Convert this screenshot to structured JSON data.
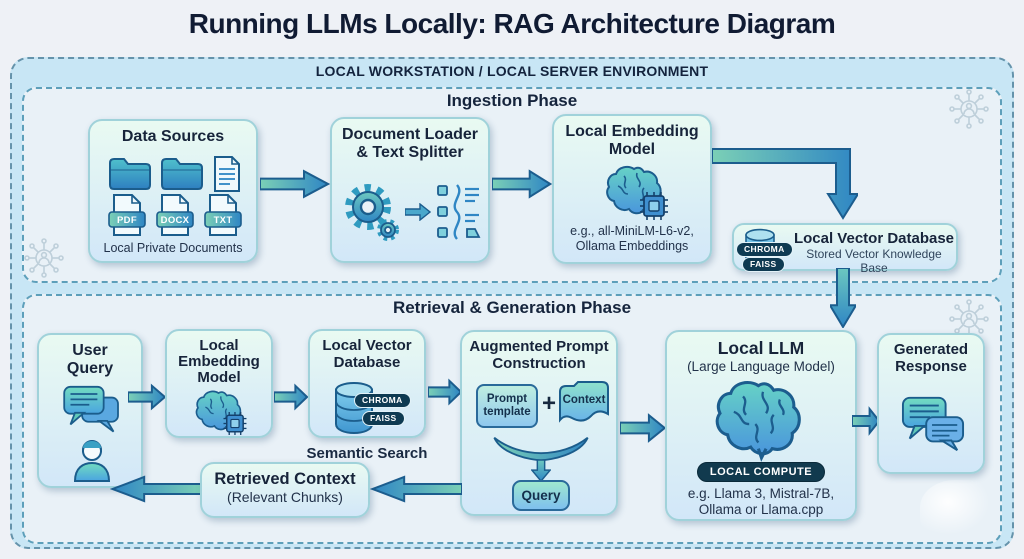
{
  "title": "Running LLMs Locally: RAG Architecture Diagram",
  "environment_label": "LOCAL WORKSTATION / LOCAL SERVER ENVIRONMENT",
  "colors": {
    "arrow_teal": "#7BD0B6",
    "arrow_blue": "#2F86C4",
    "outline": "#1C5D8E",
    "badge_bg": "#0E3A52",
    "container_fill": "#C8E6F5",
    "phase_fill": "#E9F1F7"
  },
  "ingestion": {
    "heading": "Ingestion Phase",
    "data_sources": {
      "title": "Data Sources",
      "files": [
        "PDF",
        "DOCX",
        "TXT"
      ],
      "caption": "Local Private Documents"
    },
    "doc_loader": {
      "title_line1": "Document Loader",
      "title_line2": "& Text Splitter"
    },
    "embedding_model": {
      "title_line1": "Local Embedding",
      "title_line2": "Model",
      "caption_line1": "e.g., all-MiniLM-L6-v2,",
      "caption_line2": "Ollama Embeddings"
    },
    "vector_db": {
      "title": "Local Vector Database",
      "subtitle": "Stored Vector Knowledge Base",
      "badges": [
        "CHROMA",
        "FAISS"
      ]
    }
  },
  "retrieval": {
    "heading": "Retrieval & Generation Phase",
    "user_query": {
      "title_line1": "User",
      "title_line2": "Query"
    },
    "embedding_model": {
      "title_line1": "Local",
      "title_line2": "Embedding",
      "title_line3": "Model"
    },
    "vector_db": {
      "title_line1": "Local Vector",
      "title_line2": "Database",
      "badges": [
        "CHROMA",
        "FAISS"
      ],
      "caption": "Semantic Search"
    },
    "augmented_prompt": {
      "title_line1": "Augmented Prompt",
      "title_line2": "Construction",
      "prompt_template_line1": "Prompt",
      "prompt_template_line2": "template",
      "plus": "+",
      "context": "Context",
      "query": "Query"
    },
    "local_llm": {
      "title": "Local LLM",
      "subtitle": "(Large Language Model)",
      "badge": "LOCAL COMPUTE",
      "caption_line1": "e.g. Llama 3, Mistral-7B,",
      "caption_line2": "Ollama or Llama.cpp"
    },
    "generated_response": {
      "title_line1": "Generated",
      "title_line2": "Response"
    },
    "retrieved_context": {
      "title": "Retrieved Context",
      "subtitle": "(Relevant Chunks)"
    }
  }
}
